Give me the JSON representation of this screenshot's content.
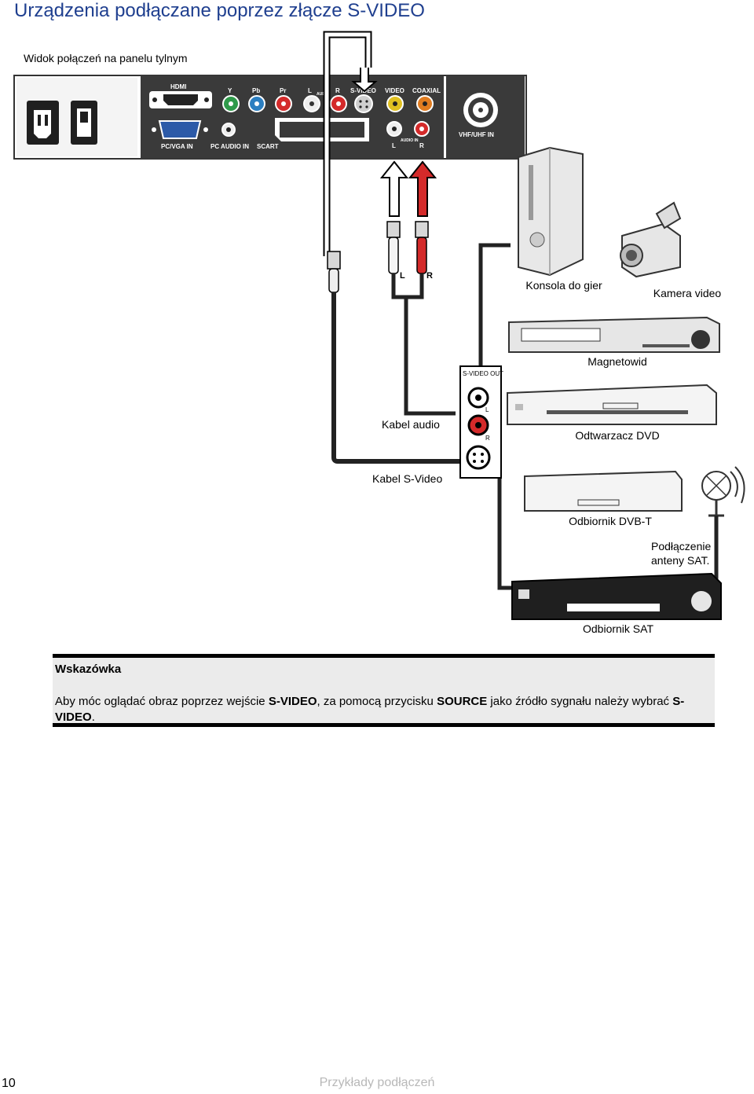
{
  "title": "Urządzenia podłączane poprzez złącze S-VIDEO",
  "subtitle": "Widok połączeń na panelu tylnym",
  "panel": {
    "hdmi": "HDMI",
    "y": "Y",
    "pb": "Pb",
    "pr": "Pr",
    "audio_l": "L",
    "audio_word": "AUDIO",
    "audio_r": "R",
    "svideo": "S-VIDEO",
    "video": "VIDEO",
    "coaxial": "COAXIAL",
    "pcvga": "PC/VGA IN",
    "pcaudio": "PC AUDIO IN",
    "scart": "SCART",
    "audioin": "AUDIO IN",
    "audioin_l": "L",
    "audioin_r": "R",
    "vhf": "VHF/UHF IN"
  },
  "plug_l": "L",
  "plug_r": "R",
  "devices": {
    "console": "Konsola do gier",
    "camera": "Kamera video",
    "vcr": "Magnetowid",
    "dvd": "Odtwarzacz DVD",
    "dvbt": "Odbiornik DVB-T",
    "antenna": "Podłączenie anteny SAT.",
    "sat": "Odbiornik SAT"
  },
  "cables": {
    "audio": "Kabel audio",
    "svideo": "Kabel S-Video"
  },
  "svideo_out": "S-VIDEO OUT",
  "out_l": "L",
  "out_r": "R",
  "hint": {
    "title": "Wskazówka",
    "text_1": "Aby móc oglądać obraz poprzez wejście ",
    "bold_1": "S-VIDEO",
    "text_2": ", za pomocą przycisku ",
    "bold_2": "SOURCE",
    "text_3": " jako źródło sygnału należy wybrać ",
    "bold_3": "S-VIDEO",
    "text_4": "."
  },
  "page_number": "10",
  "footer": "Przykłady podłączeń",
  "colors": {
    "title": "#1f3f8f",
    "panel": "#3a3a3a",
    "jack_green": "#2f9a4a",
    "jack_blue": "#2c7fc1",
    "jack_red": "#d42a2a",
    "jack_yellow": "#e0c020",
    "hint_bg": "#ebebeb",
    "footer": "#b8b8b8"
  }
}
